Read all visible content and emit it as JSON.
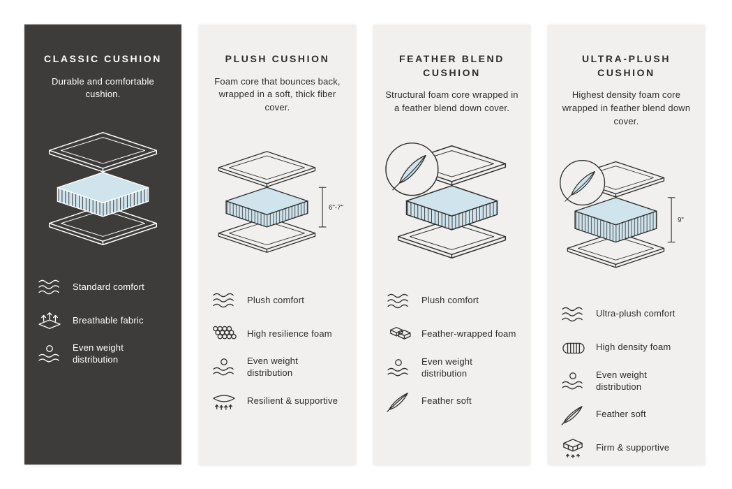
{
  "page": {
    "background": "#ffffff"
  },
  "theme": {
    "dark_panel": "#3e3c3b",
    "light_panel": "#f1f0ee",
    "text_dark": "#2b2b2b",
    "text_light": "#ffffff",
    "foam_blue": "#cfe4ec",
    "outline": "#2f2f2f"
  },
  "columns": [
    {
      "id": "classic",
      "title": "CLASSIC CUSHION",
      "description": "Durable and comfortable cushion.",
      "measurement": null,
      "has_feather_badge": false,
      "features": [
        {
          "icon": "waves-icon",
          "label": "Standard comfort"
        },
        {
          "icon": "breathable-icon",
          "label": "Breathable fabric"
        },
        {
          "icon": "weight-distribution-icon",
          "label": "Even weight distribution"
        }
      ]
    },
    {
      "id": "plush",
      "title": "PLUSH CUSHION",
      "description": "Foam core that bounces back, wrapped in a soft, thick fiber cover.",
      "measurement": "6\"-7\"",
      "has_feather_badge": false,
      "features": [
        {
          "icon": "waves-icon",
          "label": "Plush comfort"
        },
        {
          "icon": "foam-bubbles-icon",
          "label": "High resilience foam"
        },
        {
          "icon": "weight-distribution-icon",
          "label": "Even weight distribution"
        },
        {
          "icon": "spring-support-icon",
          "label": "Resilient & supportive"
        }
      ]
    },
    {
      "id": "feather-blend",
      "title": "FEATHER BLEND CUSHION",
      "description": "Structural foam core wrapped in a feather blend down cover.",
      "measurement": null,
      "has_feather_badge": true,
      "features": [
        {
          "icon": "waves-icon",
          "label": "Plush comfort"
        },
        {
          "icon": "feather-foam-icon",
          "label": "Feather-wrapped foam"
        },
        {
          "icon": "weight-distribution-icon",
          "label": "Even weight distribution"
        },
        {
          "icon": "feather-icon",
          "label": "Feather soft"
        }
      ]
    },
    {
      "id": "ultra-plush",
      "title": "ULTRA-PLUSH CUSHION",
      "description": "Highest density foam core wrapped in feather blend down cover.",
      "measurement": "9\"",
      "has_feather_badge": true,
      "features": [
        {
          "icon": "waves-icon",
          "label": "Ultra-plush comfort"
        },
        {
          "icon": "density-foam-icon",
          "label": "High density foam"
        },
        {
          "icon": "weight-distribution-icon",
          "label": "Even weight distribution"
        },
        {
          "icon": "feather-icon",
          "label": "Feather soft"
        },
        {
          "icon": "firm-support-icon",
          "label": "Firm & supportive"
        }
      ]
    }
  ]
}
